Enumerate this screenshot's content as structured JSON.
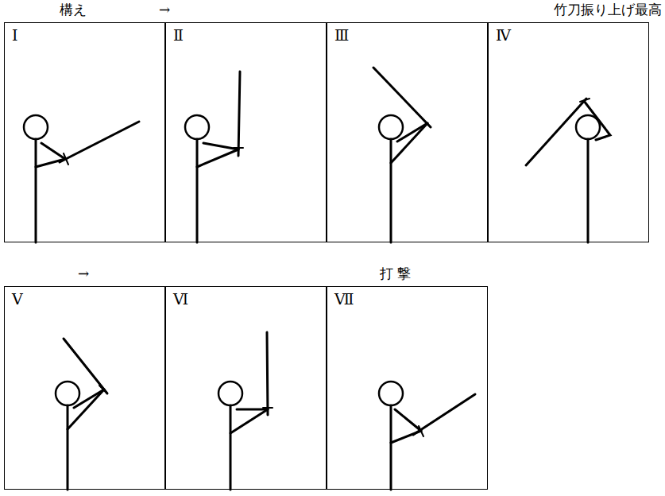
{
  "diagram": {
    "nodes": [
      {
        "text": [
          "Ⅰ"
        ]
      },
      {
        "text": [
          "Ⅱ"
        ]
      },
      {
        "text": [
          "Ⅲ"
        ]
      },
      {
        "text": [
          "Ⅳ"
        ]
      },
      {
        "text": [
          "Ⅴ"
        ]
      },
      {
        "text": [
          "Ⅵ"
        ]
      },
      {
        "text": [
          "Ⅶ"
        ]
      }
    ],
    "labels": [
      "構え",
      "→",
      "竹刀振り上げ最高",
      "→",
      "打 撃"
    ]
  }
}
